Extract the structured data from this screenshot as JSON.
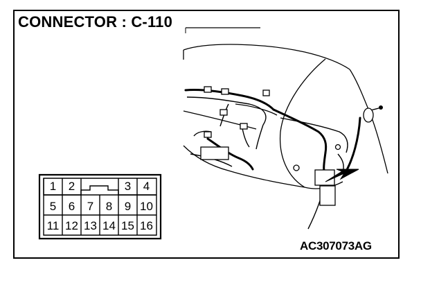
{
  "connector_title": "CONNECTOR : C-110",
  "drawing_code": "AC307073AG",
  "pins": {
    "row1_left": [
      "1",
      "2"
    ],
    "row1_right": [
      "3",
      "4"
    ],
    "row2": [
      "5",
      "6",
      "7",
      "8",
      "9",
      "10"
    ],
    "row3": [
      "11",
      "12",
      "13",
      "14",
      "15",
      "16"
    ]
  }
}
